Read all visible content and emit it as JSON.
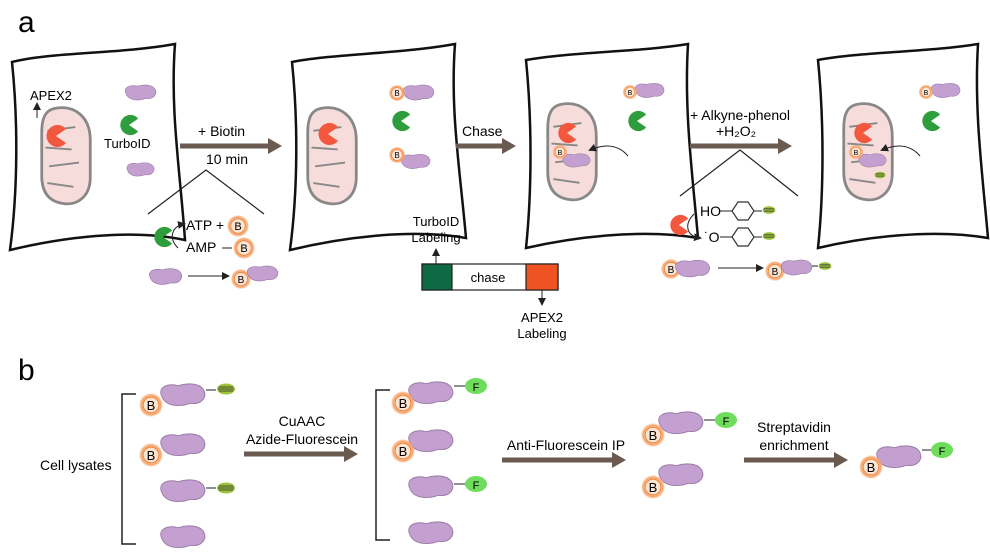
{
  "panel_a": {
    "label": "a",
    "apex2_label": "APEX2",
    "turboid_label": "TurboID",
    "step1_line1": "+ Biotin",
    "step1_line2": "10 min",
    "step2": "Chase",
    "step3_line1": "+ Alkyne-phenol",
    "step3_line2": "+H₂O₂",
    "mech_atp": "ATP +",
    "mech_amp": "AMP",
    "mech_ho": "HO",
    "mech_o": "˙O",
    "timeline_turboid_line1": "TurboID",
    "timeline_turboid_line2": "Labeling",
    "timeline_chase": "chase",
    "timeline_apex2_line1": "APEX2",
    "timeline_apex2_line2": "Labeling"
  },
  "panel_b": {
    "label": "b",
    "cell_lysates": "Cell lysates",
    "step1_line1": "CuAAC",
    "step1_line2": "Azide-Fluorescein",
    "step2": "Anti-Fluorescein IP",
    "step3_line1": "Streptavidin",
    "step3_line2": "enrichment"
  },
  "markers": {
    "biotin": "B",
    "fluorescein": "F"
  },
  "colors": {
    "protein": "#c4a0d0",
    "apex2": "#f2583e",
    "turboid": "#2e9e3c",
    "biotin_glow": "#f5a266",
    "fluorescein": "#6edd5c",
    "alkyne": "#9cc43c",
    "arrow": "#6b5a50",
    "mito_fill": "#f7dcdc",
    "timeline_green": "#0d6a42",
    "timeline_orange": "#ef5321"
  }
}
